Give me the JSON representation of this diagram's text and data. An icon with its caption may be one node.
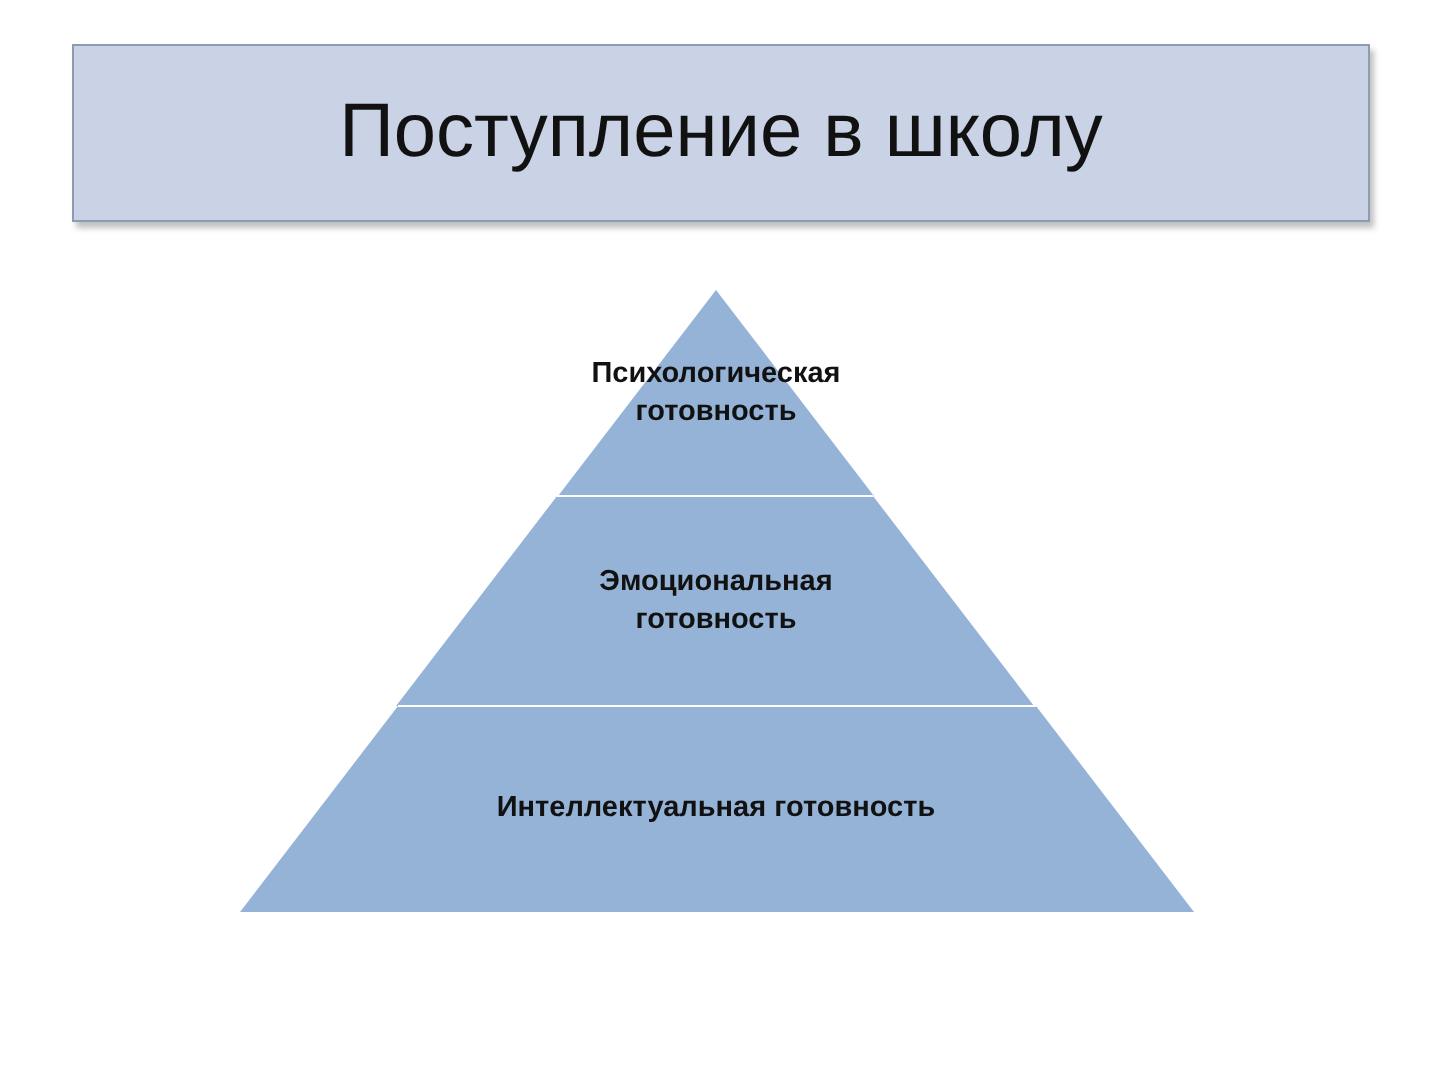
{
  "diagram": {
    "title": "Поступление в школу",
    "nodes": [
      {
        "text": [
          "Психологическая готовность"
        ]
      },
      {
        "text": [
          "Эмоциональная готовность"
        ]
      },
      {
        "text": [
          "Интеллектуальная готовность"
        ]
      }
    ]
  }
}
